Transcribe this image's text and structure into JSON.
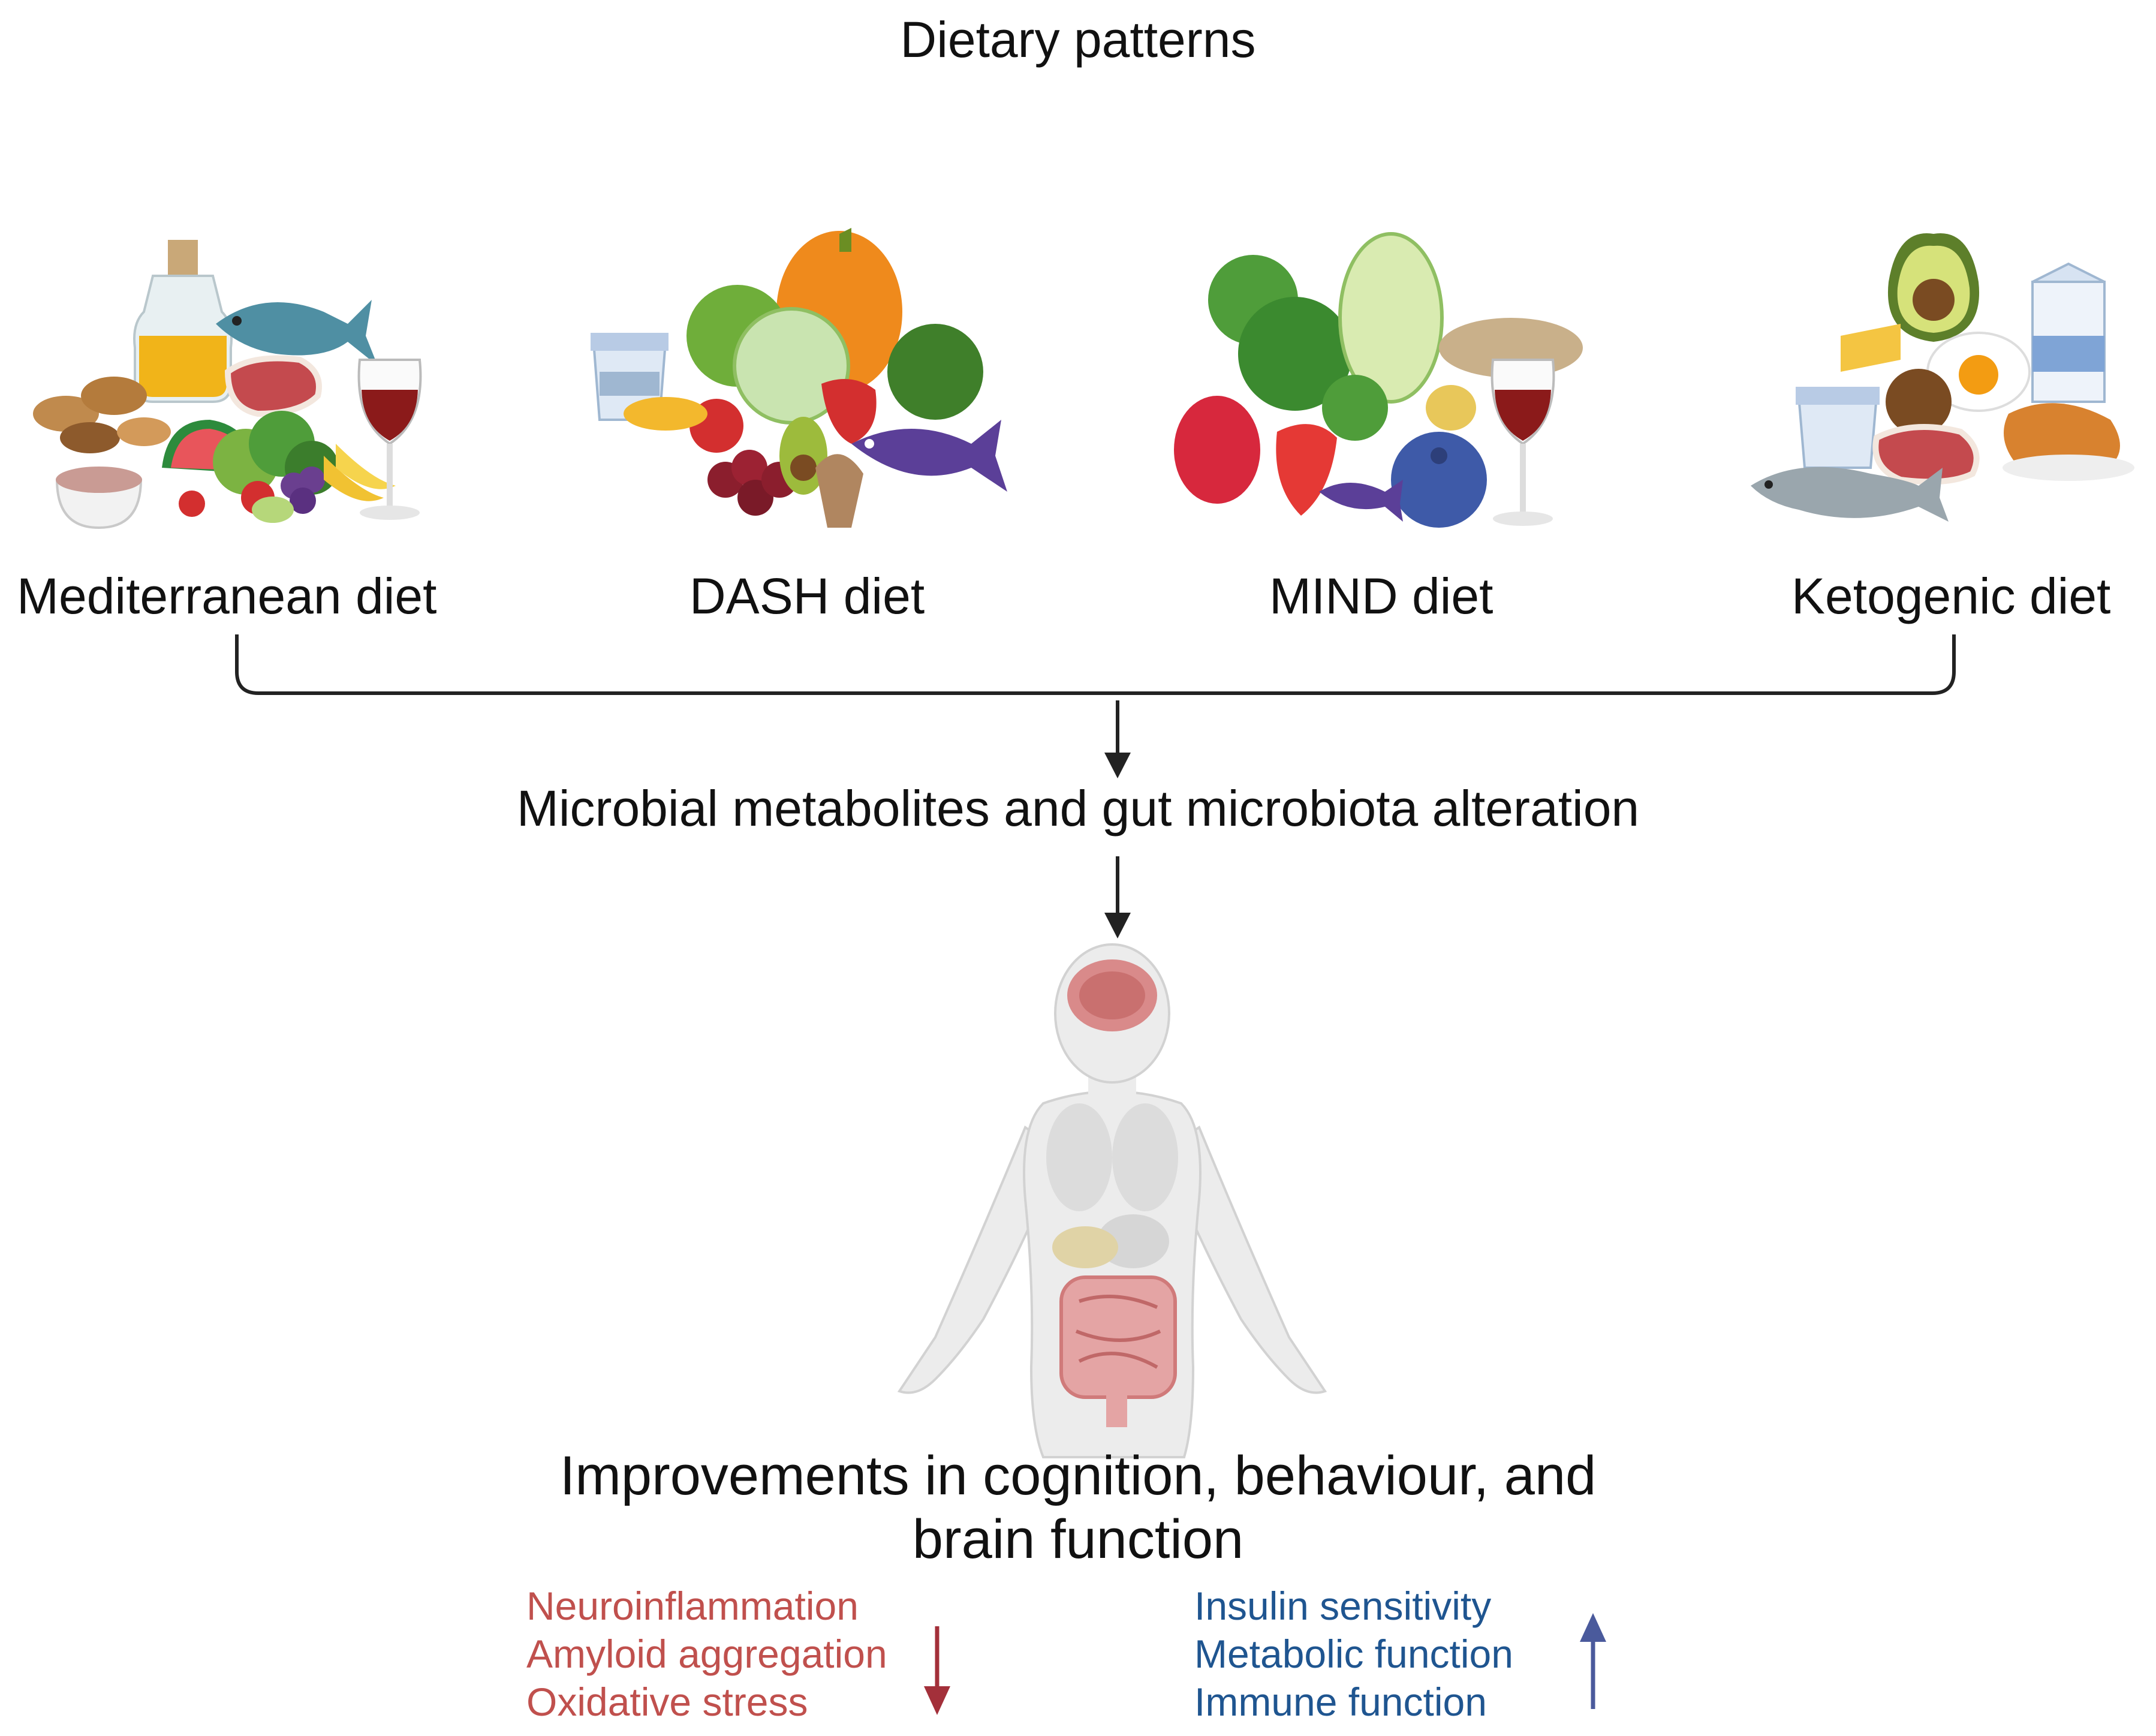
{
  "title": "Dietary patterns",
  "diets": [
    {
      "label": "Mediterranean diet"
    },
    {
      "label": "DASH diet"
    },
    {
      "label": "MIND diet"
    },
    {
      "label": "Ketogenic diet"
    }
  ],
  "intermediate": "Microbial metabolites and gut microbiota alteration",
  "outcome": {
    "line1": "Improvements in cognition, behaviour, and",
    "line2": "brain function"
  },
  "decreased": {
    "items": [
      "Neuroinflammation",
      "Amyloid aggregation",
      "Oxidative stress"
    ],
    "color": "#c0504d",
    "arrow": "down-arrow",
    "arrow_color": "#a3303a"
  },
  "increased": {
    "items": [
      "Insulin sensitivity",
      "Metabolic function",
      "Immune function"
    ],
    "color": "#1f5590",
    "arrow": "up-arrow",
    "arrow_color": "#4a5a9c"
  }
}
